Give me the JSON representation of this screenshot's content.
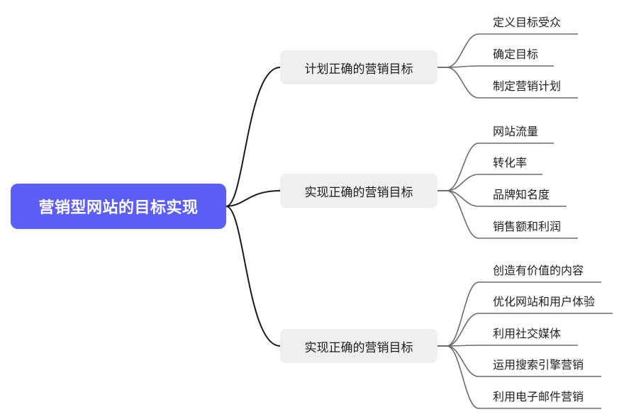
{
  "root": {
    "label": "营销型网站的目标实现"
  },
  "branches": [
    {
      "label": "计划正确的营销目标",
      "leaves": [
        "定义目标受众",
        "确定目标",
        "制定营销计划"
      ]
    },
    {
      "label": "实现正确的营销目标",
      "leaves": [
        "网站流量",
        "转化率",
        "品牌知名度",
        "销售额和利润"
      ]
    },
    {
      "label": "实现正确的营销目标",
      "leaves": [
        "创造有价值的内容",
        "优化网站和用户体验",
        "利用社交媒体",
        "运用搜索引擎营销",
        "利用电子邮件营销"
      ]
    }
  ],
  "colors": {
    "root_fill": "#5b5ff5",
    "branch_fill": "#eeeff1",
    "root_edge": "#1a1a1a",
    "leaf_edge": "#6b6b6b"
  }
}
